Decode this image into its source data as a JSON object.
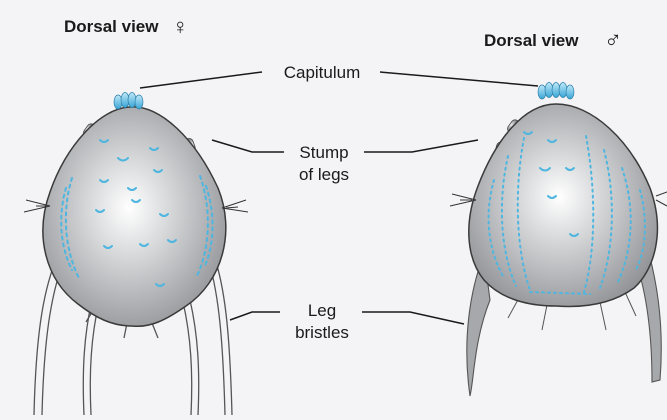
{
  "female": {
    "title": "Dorsal view",
    "symbol": "♀"
  },
  "male": {
    "title": "Dorsal view",
    "symbol": "♂"
  },
  "labels": {
    "capitulum": "Capitulum",
    "stump_line1": "Stump",
    "stump_line2": "of legs",
    "bristles_line1": "Leg",
    "bristles_line2": "bristles"
  },
  "colors": {
    "body": "#9fa1a4",
    "body_highlight": "#ffffff",
    "outline": "#3a3a3a",
    "accent": "#4fb6e0",
    "background": "#f4f4f6"
  }
}
